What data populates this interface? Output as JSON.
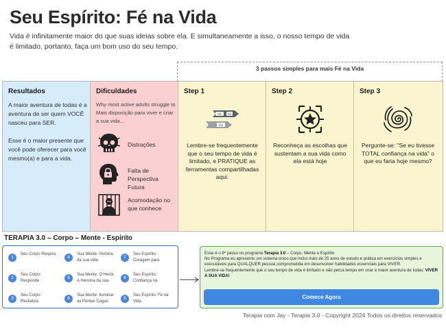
{
  "header": {
    "title": "Seu Espírito: Fé na Vida",
    "subtitle_line1": "Vida é infinitamente maior do que suas ideias sobre ela. E simultaneamente a isso, o nosso tempo de vida",
    "subtitle_line2": "é limitado, portanto, faça um bom uso do seu tempo."
  },
  "steps_header": "3 passos simples para mais Fé na Vida",
  "results": {
    "heading": "Resultados",
    "p1": "A maior aventura de todas é a aventura de ser quem VOCÊ nasceu para SER.",
    "p2": "Esse é o maior presente que você pode oferecer para você mesmo(a) e para a vida."
  },
  "difficulties": {
    "heading": "Dificuldades",
    "intro": "Why most active adults struggle to Mais disposição para viver e criar a sua vida...",
    "items": [
      {
        "label": "Distrações",
        "icon": "skull-icon"
      },
      {
        "label": "Falta de Perspectiva Futura",
        "icon": "head-lock-icon"
      },
      {
        "label": "Acomodação no que conhece",
        "icon": "prisoner-icon"
      }
    ]
  },
  "steps": [
    {
      "heading": "Step 1",
      "icon": "progress-arrows-icon",
      "badges": [
        "01",
        "02",
        "03"
      ],
      "text": "Lembre-se frequentemente que o seu tempo de vida é limitado, e PRATIQUE as ferramentas compartilhadas aqui."
    },
    {
      "heading": "Step 2",
      "icon": "star-target-icon",
      "text": "Reconheça as escolhas que sustentam a sua vida como ela está hoje"
    },
    {
      "heading": "Step 3",
      "icon": "spiral-icon",
      "text": "Pergunte-se: \"Se eu tivesse TOTAL confiança na vida\" o que eu faria hoje mesmo?"
    }
  ],
  "program": {
    "title": "TERAPIA 3.0 – Corpo – Mente - Espírito",
    "items": [
      {
        "num": "1",
        "label": "Seu Corpo Respira"
      },
      {
        "num": "2",
        "label": "Seu Corpo Responde"
      },
      {
        "num": "3",
        "label": "Seu Corpo Revitaliza"
      },
      {
        "num": "4",
        "label": "Sua Mente: História da sua vida"
      },
      {
        "num": "5",
        "label": "Sua Mente: O Herói, A Heroína da sua"
      },
      {
        "num": "6",
        "label": "Sua Mente: Iluminar as Pontes Cegas"
      },
      {
        "num": "7",
        "label": "Seu Espírito: Coragem para"
      },
      {
        "num": "8",
        "label": "Seu Espírito: Confiança na"
      },
      {
        "num": "9",
        "label": "Seu Espírito: Fé na Vida"
      }
    ]
  },
  "info": {
    "line1_pre": "Esse é o 9º passo no programa ",
    "line1_bold": "Terapia 3.0",
    "line1_post": " – Corpo, Mente e Espírito",
    "body": "No Programa eu apresento um sistema único que inclui mais de 25 anos de estudo e prática em exercícios simples e executáveis para QUALQUER pessoa comprometida em desenvolver habilidades essenciais para VIVER.",
    "reminder_pre": "Lembre-se frequentemente que o seu tempo de vida é limitado e não perca tempo em criar a maior aventura de todas: ",
    "reminder_bold": "VIVER A SUA VIDA!",
    "cta": "Comece Agora"
  },
  "footer": "Terapia com Jay - Terapia 3.0 - Copyright 2024 Todos os direitos reservados",
  "colors": {
    "results_bg": "#d6ecfb",
    "difficulties_bg": "#fbd0d2",
    "steps_bg": "#fbf5cf",
    "info_bg": "#e7f5dd",
    "cta_bg": "#3f87e0",
    "program_border": "#3a6fb7"
  }
}
